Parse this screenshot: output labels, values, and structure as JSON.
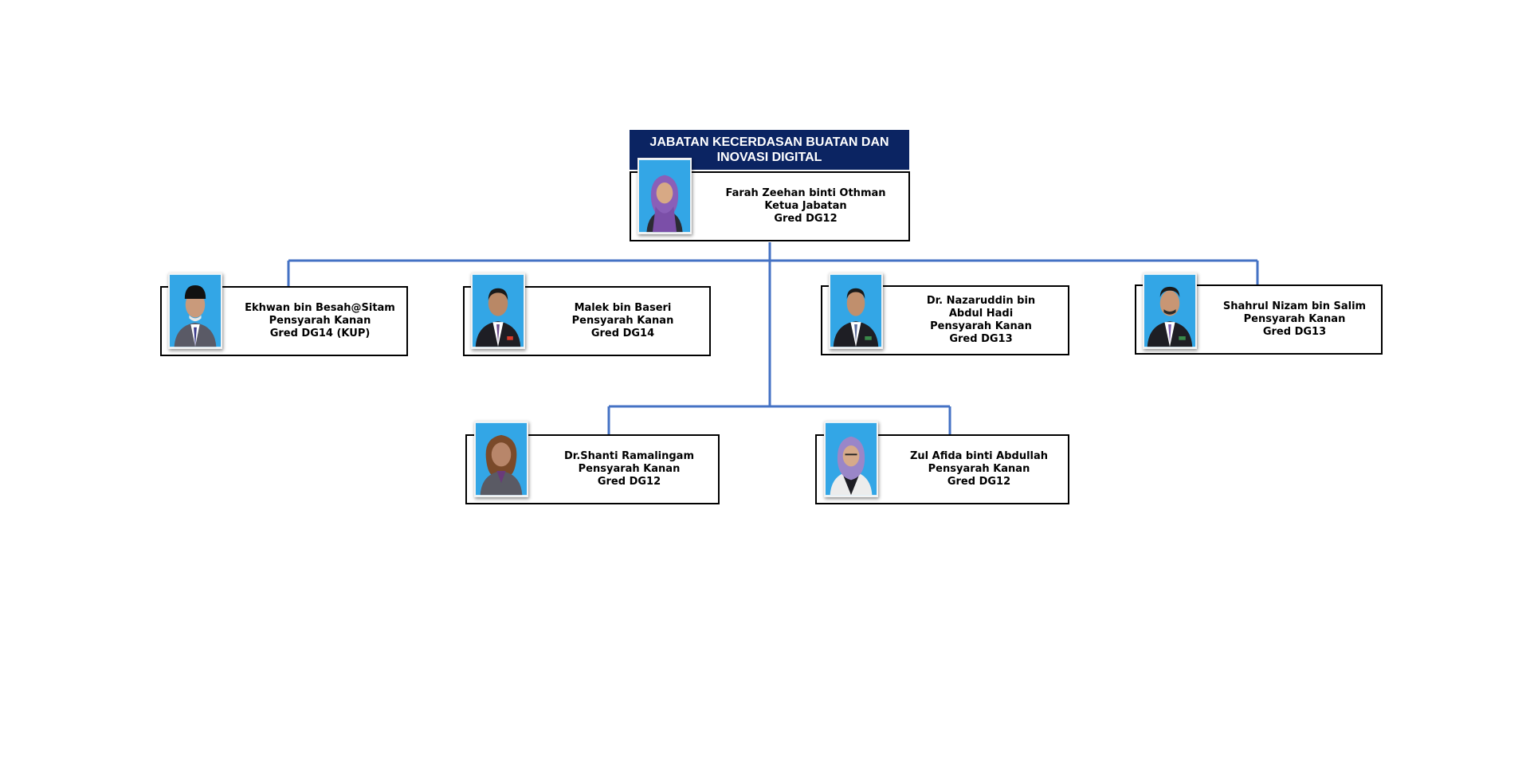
{
  "department": {
    "title_line1": "JABATAN KECERDASAN BUATAN DAN",
    "title_line2": "INOVASI DIGITAL",
    "header_color": "#0b2462"
  },
  "connector_color": "#4472c4",
  "head": {
    "name": "Farah Zeehan binti Othman",
    "position": "Ketua Jabatan",
    "grade": "Gred DG12",
    "photo": "person-photo-hijab-purple-icon"
  },
  "staff": [
    {
      "name_lines": [
        "Ekhwan bin Besah@Sitam"
      ],
      "position": "Pensyarah Kanan",
      "grade": "Gred DG14 (KUP)",
      "photo": "person-photo-songkok-icon"
    },
    {
      "name_lines": [
        "Malek bin Baseri"
      ],
      "position": "Pensyarah Kanan",
      "grade": "Gred DG14",
      "photo": "person-photo-suit-icon"
    },
    {
      "name_lines": [
        "Dr. Nazaruddin bin",
        "Abdul Hadi"
      ],
      "position": "Pensyarah Kanan",
      "grade": "Gred DG13",
      "photo": "person-photo-suit-icon"
    },
    {
      "name_lines": [
        "Shahrul Nizam bin  Salim"
      ],
      "position": "Pensyarah Kanan",
      "grade": "Gred DG13",
      "photo": "person-photo-suit-icon"
    },
    {
      "name_lines": [
        "Dr.Shanti Ramalingam"
      ],
      "position": "Pensyarah Kanan",
      "grade": "Gred DG12",
      "photo": "person-photo-female-icon"
    },
    {
      "name_lines": [
        "Zul Afida binti Abdullah"
      ],
      "position": "Pensyarah Kanan",
      "grade": "Gred DG12",
      "photo": "person-photo-hijab-purple-icon"
    }
  ]
}
